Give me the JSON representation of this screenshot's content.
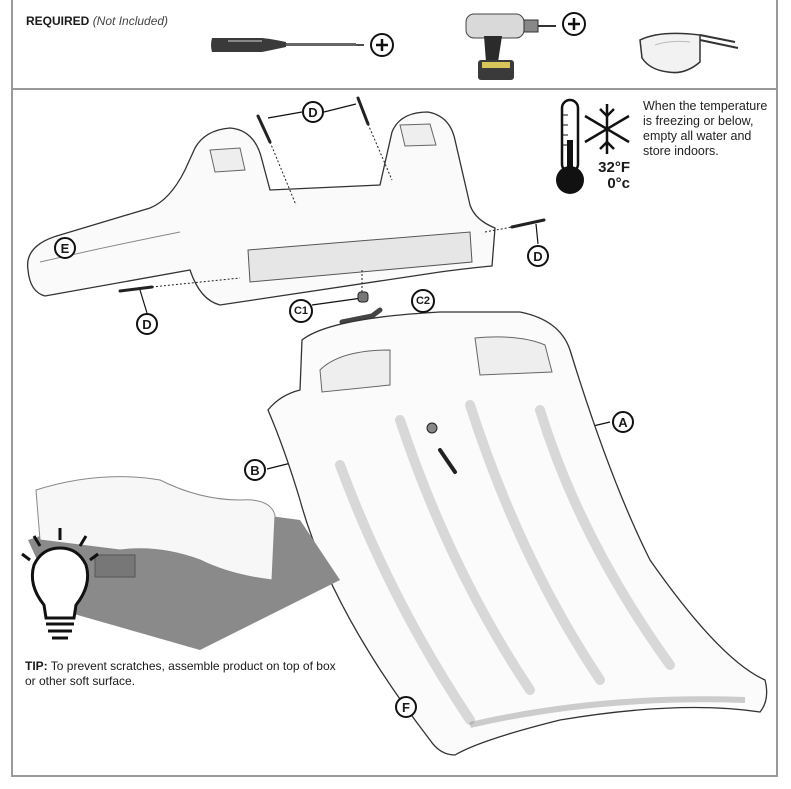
{
  "required": {
    "label": "REQUIRED",
    "note": "(Not Included)"
  },
  "tools": [
    {
      "icon": "screwdriver-icon"
    },
    {
      "icon": "power-drill-icon"
    },
    {
      "icon": "safety-glasses-icon"
    }
  ],
  "temperature": {
    "note": "When the temperature is freezing or below, empty all water and store indoors.",
    "fahrenheit": "32°F",
    "celsius": "0°c"
  },
  "tip": {
    "label": "TIP:",
    "text": " To prevent scratches, assemble product on top of box or other soft surface."
  },
  "parts": {
    "A": "A",
    "B": "B",
    "C1": "C1",
    "C2": "C2",
    "D": "D",
    "E": "E",
    "F": "F"
  }
}
